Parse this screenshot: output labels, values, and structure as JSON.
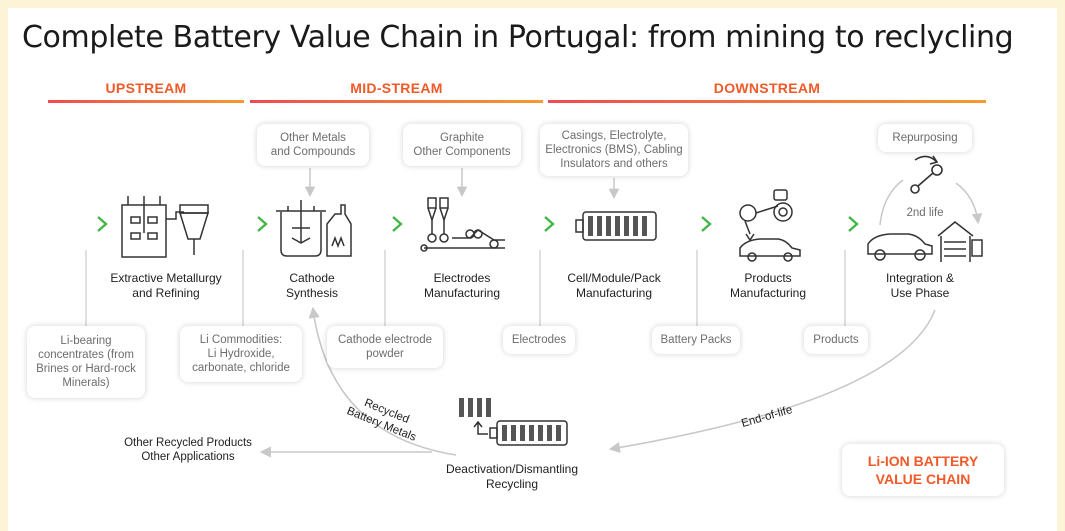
{
  "title": "Complete Battery Value Chain in Portugal: from mining to reclycling",
  "stages": {
    "upstream": "UPSTREAM",
    "midstream": "MID-STREAM",
    "downstream": "DOWNSTREAM"
  },
  "steps": {
    "extractive": [
      "Extractive Metallurgy",
      "and Refining"
    ],
    "cathode": [
      "Cathode",
      "Synthesis"
    ],
    "electrodes": [
      "Electrodes",
      "Manufacturing"
    ],
    "cell": [
      "Cell/Module/Pack",
      "Manufacturing"
    ],
    "products": [
      "Products",
      "Manufacturing"
    ],
    "integration": [
      "Integration &",
      "Use Phase"
    ]
  },
  "inputs": {
    "other_metals": [
      "Other Metals",
      "and Compounds"
    ],
    "graphite": [
      "Graphite",
      "Other Components"
    ],
    "casings": [
      "Casings, Electrolyte,",
      "Electronics (BMS), Cabling",
      "Insulators and others"
    ],
    "repurposing": "Repurposing"
  },
  "outputs": {
    "li_bearing": [
      "Li-bearing",
      "concentrates (from",
      "Brines or Hard-rock",
      "Minerals)"
    ],
    "li_commodities": [
      "Li Commodities:",
      "Li Hydroxide,",
      "carbonate, chloride"
    ],
    "cathode_powder": [
      "Cathode electrode",
      "powder"
    ],
    "electrodes": "Electrodes",
    "battery_packs": "Battery Packs",
    "products": "Products"
  },
  "recycling": {
    "second_life": "2nd life",
    "end_of_life": "End-of-life",
    "recycled_metals": [
      "Recycled",
      "Battery Metals"
    ],
    "other_recycled": [
      "Other Recycled Products",
      "Other Applications"
    ],
    "deactivation": [
      "Deactivation/Dismantling",
      "Recycling"
    ]
  },
  "brand": [
    "Li-ION BATTERY",
    "VALUE CHAIN"
  ],
  "colors": {
    "orange": "#f05a28",
    "red": "#f04a55",
    "green": "#4dbd43",
    "grey_line": "#c8c8c8",
    "icon": "#333333",
    "background": "#fdf3d6"
  }
}
